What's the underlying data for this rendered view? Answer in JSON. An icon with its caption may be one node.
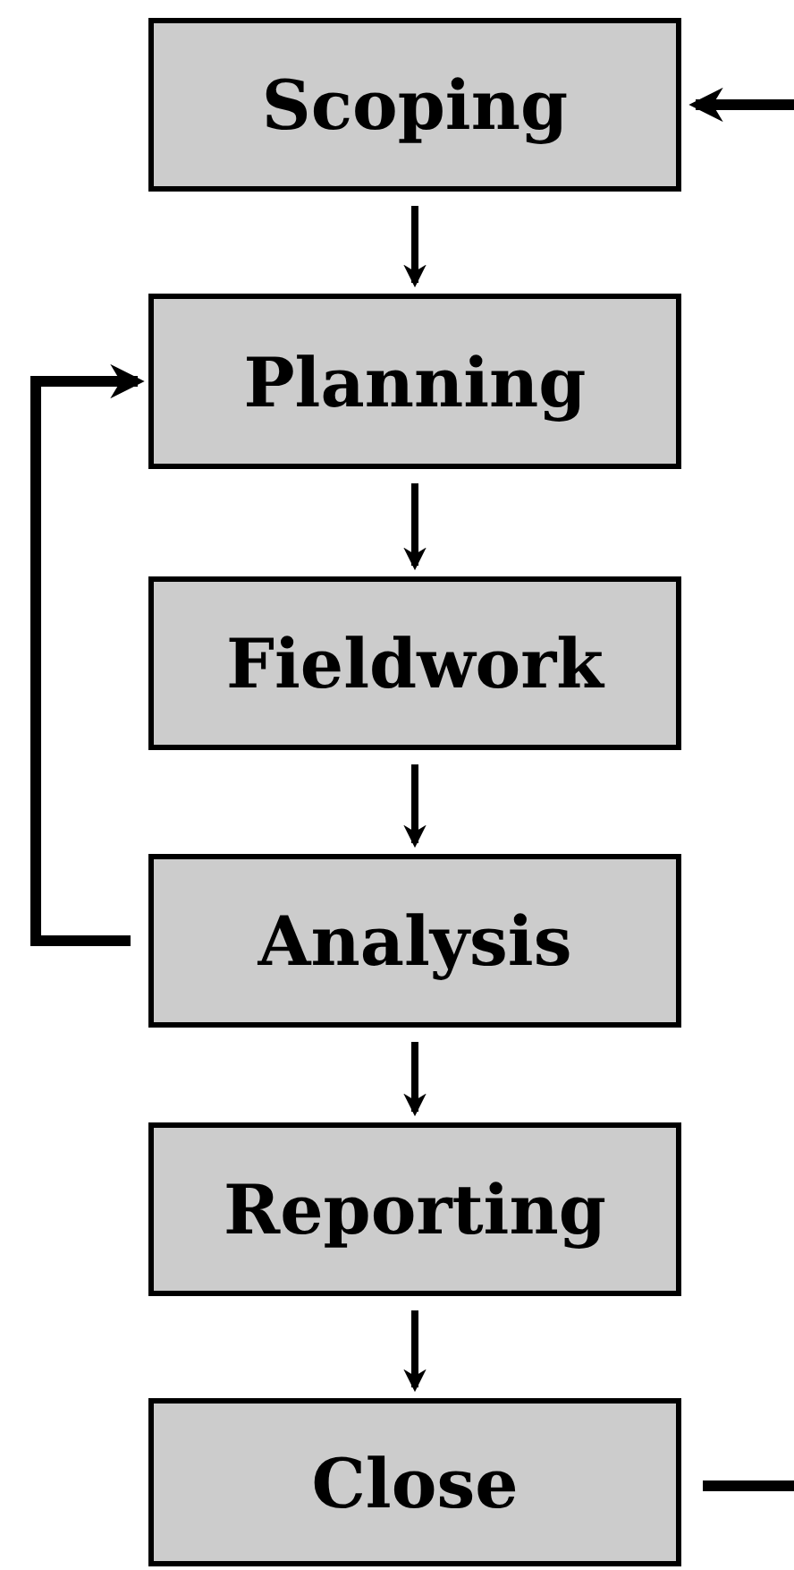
{
  "diagram": {
    "nodes": [
      {
        "text": [
          "Scoping"
        ]
      },
      {
        "text": [
          "Planning"
        ]
      },
      {
        "text": [
          "Fieldwork"
        ]
      },
      {
        "text": [
          "Analysis"
        ]
      },
      {
        "text": [
          "Reporting"
        ]
      },
      {
        "text": [
          "Close"
        ]
      }
    ],
    "edges": [
      {
        "from": 0,
        "to": 1,
        "arrow": "to"
      },
      {
        "from": 1,
        "to": 2,
        "arrow": "to"
      },
      {
        "from": 2,
        "to": 3,
        "arrow": "to"
      },
      {
        "from": 3,
        "to": 4,
        "arrow": "to"
      },
      {
        "from": 4,
        "to": 5,
        "arrow": "to"
      },
      {
        "from": 3,
        "to": 1,
        "arrow": "to"
      },
      {
        "from": 5,
        "to": null,
        "arrow": "none"
      },
      {
        "from": null,
        "to": 0,
        "arrow": "to"
      }
    ]
  }
}
